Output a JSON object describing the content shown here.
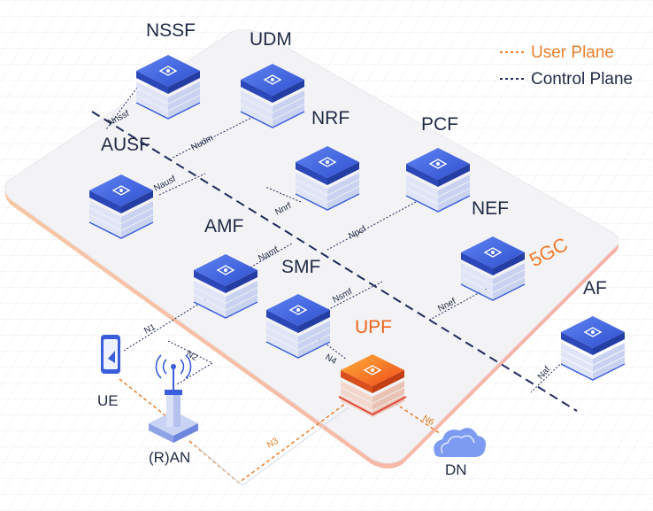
{
  "legend": {
    "user_plane": "User Plane",
    "control_plane": "Control Plane"
  },
  "core_label": "5GC",
  "nodes": {
    "nssf": "NSSF",
    "udm": "UDM",
    "nrf": "NRF",
    "pcf": "PCF",
    "ausf": "AUSF",
    "amf": "AMF",
    "nef": "NEF",
    "smf": "SMF",
    "upf": "UPF",
    "af": "AF",
    "ue": "UE",
    "ran": "(R)AN",
    "dn": "DN"
  },
  "interfaces": {
    "nnssf": "Nnssf",
    "nudm": "Nudm",
    "nausf": "Nausf",
    "nnrf": "Nnrf",
    "npcf": "Npcf",
    "namf": "Namf",
    "nsmf": "Nsmf",
    "nnef": "Nnef",
    "naf": "Naf",
    "n1": "N1",
    "n2": "N2",
    "n3": "N3",
    "n4": "N4",
    "n6": "N6"
  },
  "colors": {
    "user_plane": "#e8802a",
    "control_plane": "#1f2a5c",
    "node_blue": "#3a5ddb",
    "upf_orange": "#f0641e",
    "platform": "#f3f3f5"
  },
  "icons": {
    "nssf": "network-hub-icon",
    "udm": "network-node-icon",
    "nrf": "globe-icon",
    "pcf": "policy-grid-icon",
    "ausf": "network-node-icon",
    "amf": "network-node-icon",
    "nef": "network-node-icon",
    "smf": "pipeline-icon",
    "upf": "network-node-icon",
    "af": "network-node-icon",
    "ue": "smartphone-icon",
    "ran": "antenna-tower-icon",
    "dn": "cloud-icon"
  }
}
